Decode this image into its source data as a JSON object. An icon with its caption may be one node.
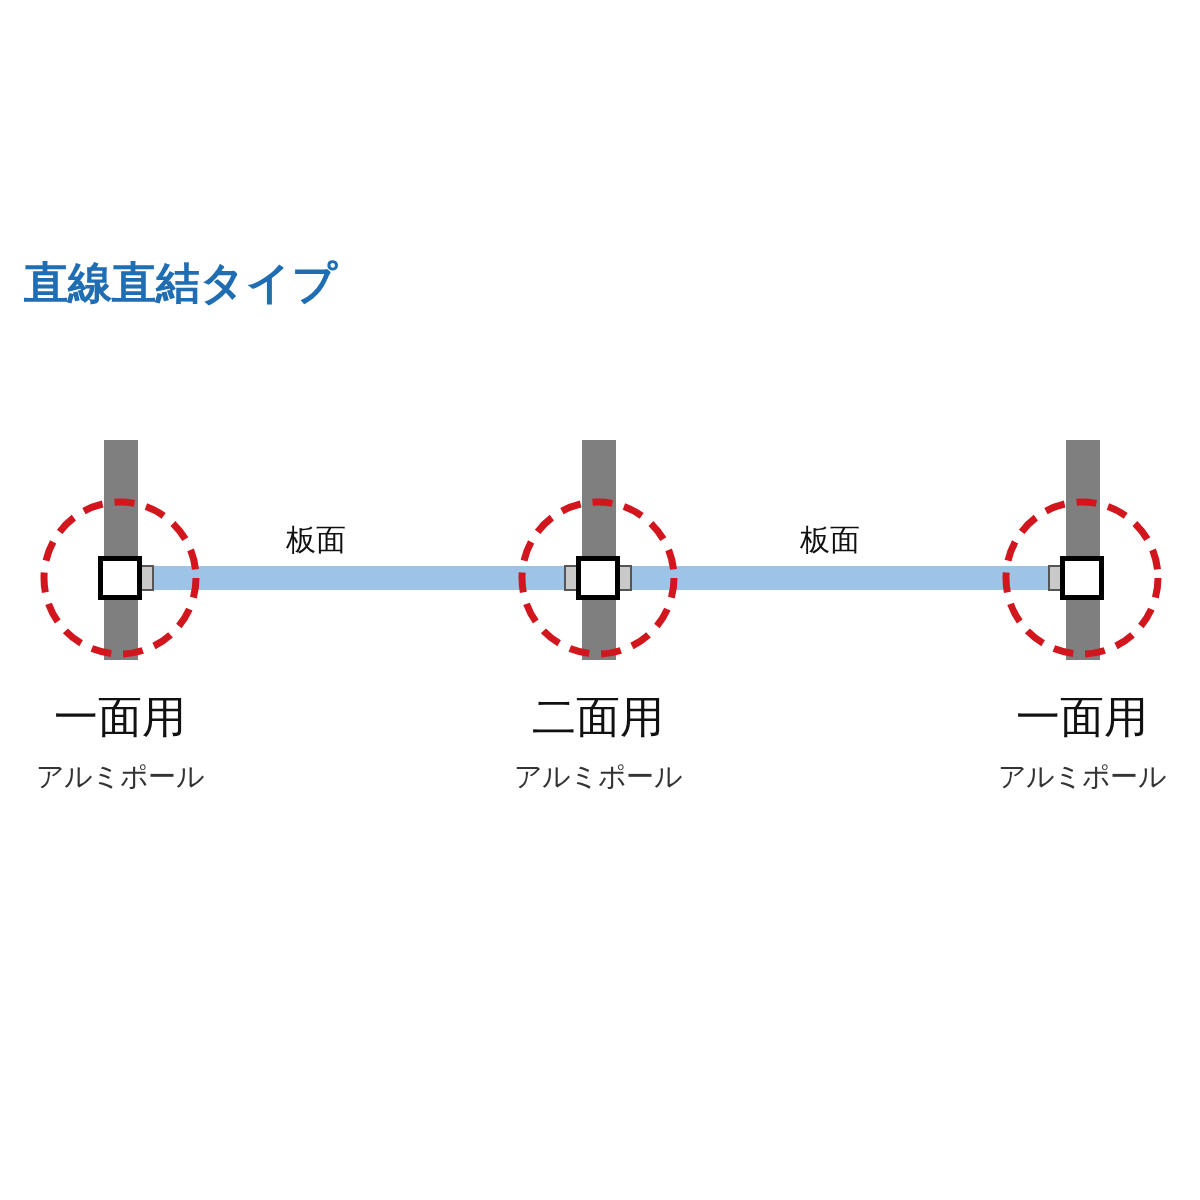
{
  "diagram": {
    "title": "直線直結タイプ",
    "nodes": [
      {
        "text": [],
        "shape": "bar",
        "beside": [
          "一面用",
          "アルミポール"
        ]
      },
      {
        "text": [],
        "shape": "bar",
        "beside": [
          "二面用",
          "アルミポール"
        ]
      },
      {
        "text": [],
        "shape": "bar",
        "beside": [
          "一面用",
          "アルミポール"
        ]
      }
    ],
    "edges": [
      {
        "from": 0,
        "to": 1,
        "arrow": "none",
        "label": "板面"
      },
      {
        "from": 1,
        "to": 2,
        "arrow": "none",
        "label": "板面"
      }
    ]
  }
}
